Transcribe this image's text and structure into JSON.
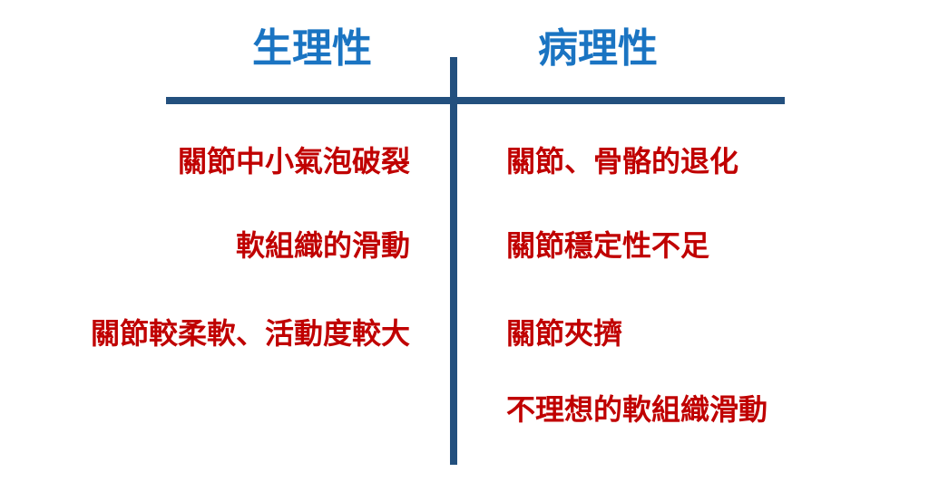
{
  "headers": {
    "left": "生理性",
    "right": "病理性"
  },
  "left_items": [
    "關節中小氣泡破裂",
    "軟組織的滑動",
    "關節較柔軟、活動度較大"
  ],
  "right_items": [
    "關節、骨骼的退化",
    "關節穩定性不足",
    "關節夾擠",
    "不理想的軟組織滑動"
  ],
  "colors": {
    "header": "#1a74c2",
    "item": "#c00000",
    "lines": "#23507e"
  }
}
